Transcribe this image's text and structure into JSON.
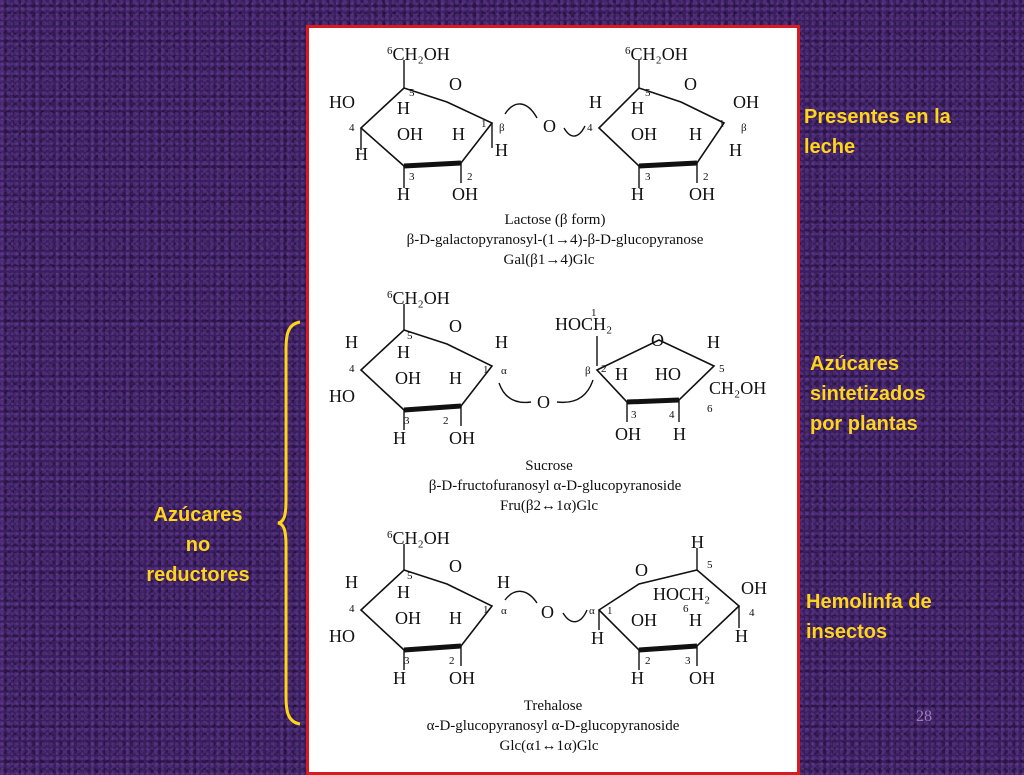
{
  "molecules": {
    "lactose": {
      "ring_atoms": {
        "ch2oh": "CH₂OH",
        "six": "6",
        "O": "O",
        "OH": "OH",
        "H": "H",
        "HO": "HO"
      },
      "numbers": [
        "5",
        "4",
        "3",
        "2",
        "1",
        "β",
        "4",
        "1",
        "β",
        "5",
        "3",
        "2"
      ],
      "caption": "Lactose (β form)",
      "systematic": "β-D-galactopyranosyl-(1→4)-β-D-glucopyranose",
      "short": "Gal(β1→4)Glc"
    },
    "sucrose": {
      "caption": "Sucrose",
      "systematic": "β-D-fructofuranosyl α-D-glucopyranoside",
      "short": "Fru(β2↔1α)Glc",
      "hoch2": "HOCH₂",
      "ch2oh_right": "CH₂OH"
    },
    "trehalose": {
      "caption": "Trehalose",
      "systematic": "α-D-glucopyranosyl α-D-glucopyranoside",
      "short": "Glc(α1↔1α)Glc",
      "hoch2": "HOCH₂"
    }
  },
  "labels": {
    "milk": [
      "Presentes en la",
      "leche"
    ],
    "plants": [
      "Azúcares",
      "sintetizados",
      "por plantas"
    ],
    "insects": [
      "Hemolinfa de",
      "insectos"
    ],
    "nonreducing": [
      "Azúcares",
      "no",
      "reductores"
    ]
  },
  "page_number": "28",
  "colors": {
    "label": "#ffd51a",
    "panel_border": "#d81a22",
    "background": "#3a1f5e"
  }
}
